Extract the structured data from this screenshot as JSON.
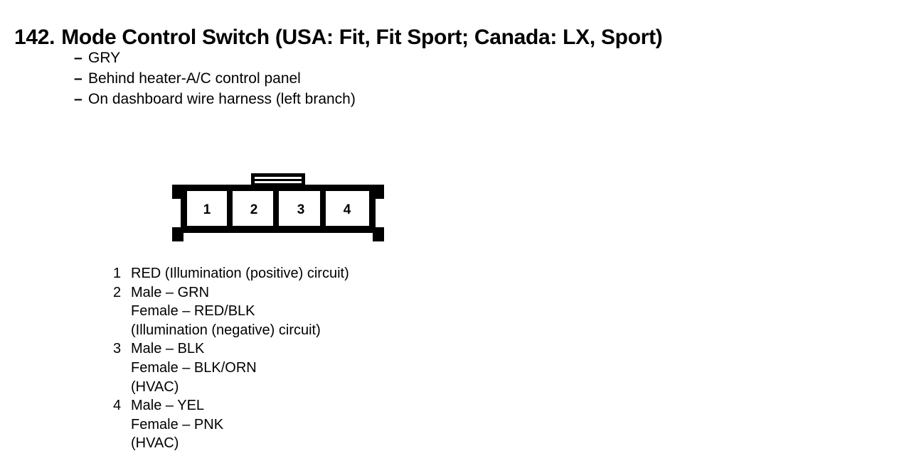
{
  "document": {
    "title": {
      "number": "142.",
      "text": "Mode Control Switch (USA: Fit, Fit Sport; Canada: LX, Sport)"
    },
    "notes": [
      {
        "dash": "–",
        "text": "GRY"
      },
      {
        "dash": "–",
        "text": "Behind heater-A/C control panel"
      },
      {
        "dash": "–",
        "text": "On dashboard wire harness (left branch)"
      }
    ],
    "connector": {
      "cavity_labels": [
        "1",
        "2",
        "3",
        "4"
      ],
      "line_color": "#000000",
      "fill_color": "#ffffff"
    },
    "pin_legend": [
      {
        "index": "1",
        "lines": [
          "RED (Illumination (positive) circuit)"
        ]
      },
      {
        "index": "2",
        "lines": [
          "Male – GRN",
          "Female – RED/BLK",
          "(Illumination (negative) circuit)"
        ]
      },
      {
        "index": "3",
        "lines": [
          "Male – BLK",
          "Female – BLK/ORN",
          "(HVAC)"
        ]
      },
      {
        "index": "4",
        "lines": [
          "Male – YEL",
          "Female – PNK",
          "(HVAC)"
        ]
      }
    ]
  }
}
